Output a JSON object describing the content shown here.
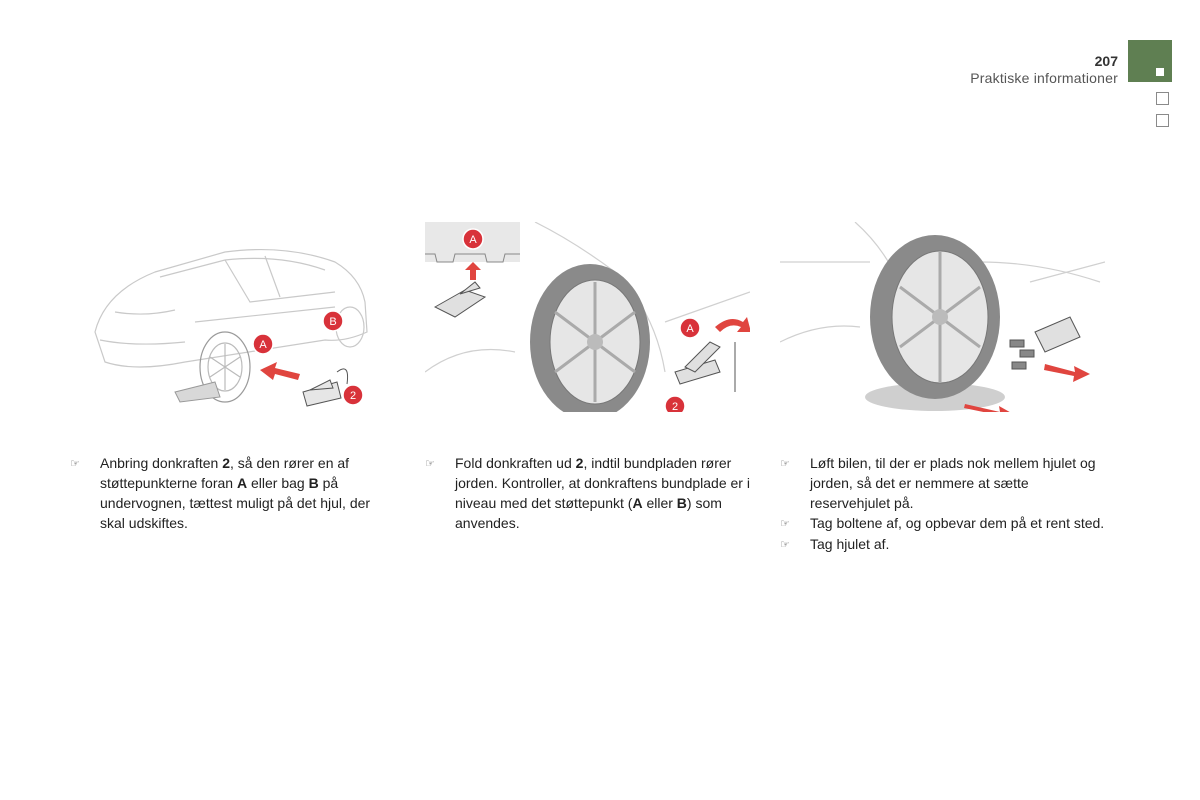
{
  "header": {
    "page_number": "207",
    "section_title": "Praktiske informationer"
  },
  "colors": {
    "chapter_tab": "#5f7f52",
    "callout_red": "#d8323a",
    "arrow_red": "#e0453f"
  },
  "illustrations": [
    {
      "icon": "car-jack-position-illustration",
      "labels": [
        "A",
        "B",
        "2"
      ]
    },
    {
      "icon": "unfold-jack-illustration",
      "labels": [
        "A",
        "A",
        "2"
      ]
    },
    {
      "icon": "remove-wheel-illustration",
      "labels": []
    }
  ],
  "columns": [
    {
      "bullet": "☞",
      "parts": [
        "Anbring donkraften ",
        "2",
        ", så den rører en af støttepunkterne foran ",
        "A",
        " eller bag ",
        "B",
        " på undervognen, tættest muligt på det hjul, der skal udskiftes."
      ]
    },
    {
      "bullet": "☞",
      "parts": [
        "Fold donkraften ud ",
        "2",
        ", indtil bundpladen rører jorden. Kontroller, at donkraftens bundplade er i niveau med det støttepunkt (",
        "A",
        " eller ",
        "B",
        ") som anvendes."
      ]
    },
    {
      "items": [
        {
          "bullet": "☞",
          "text": "Løft bilen, til der er plads nok mellem hjulet og jorden, så det er nemmere at sætte reservehjulet på."
        },
        {
          "bullet": "☞",
          "text": "Tag boltene af, og opbevar dem på et rent sted."
        },
        {
          "bullet": "☞",
          "text": "Tag hjulet af."
        }
      ]
    }
  ]
}
